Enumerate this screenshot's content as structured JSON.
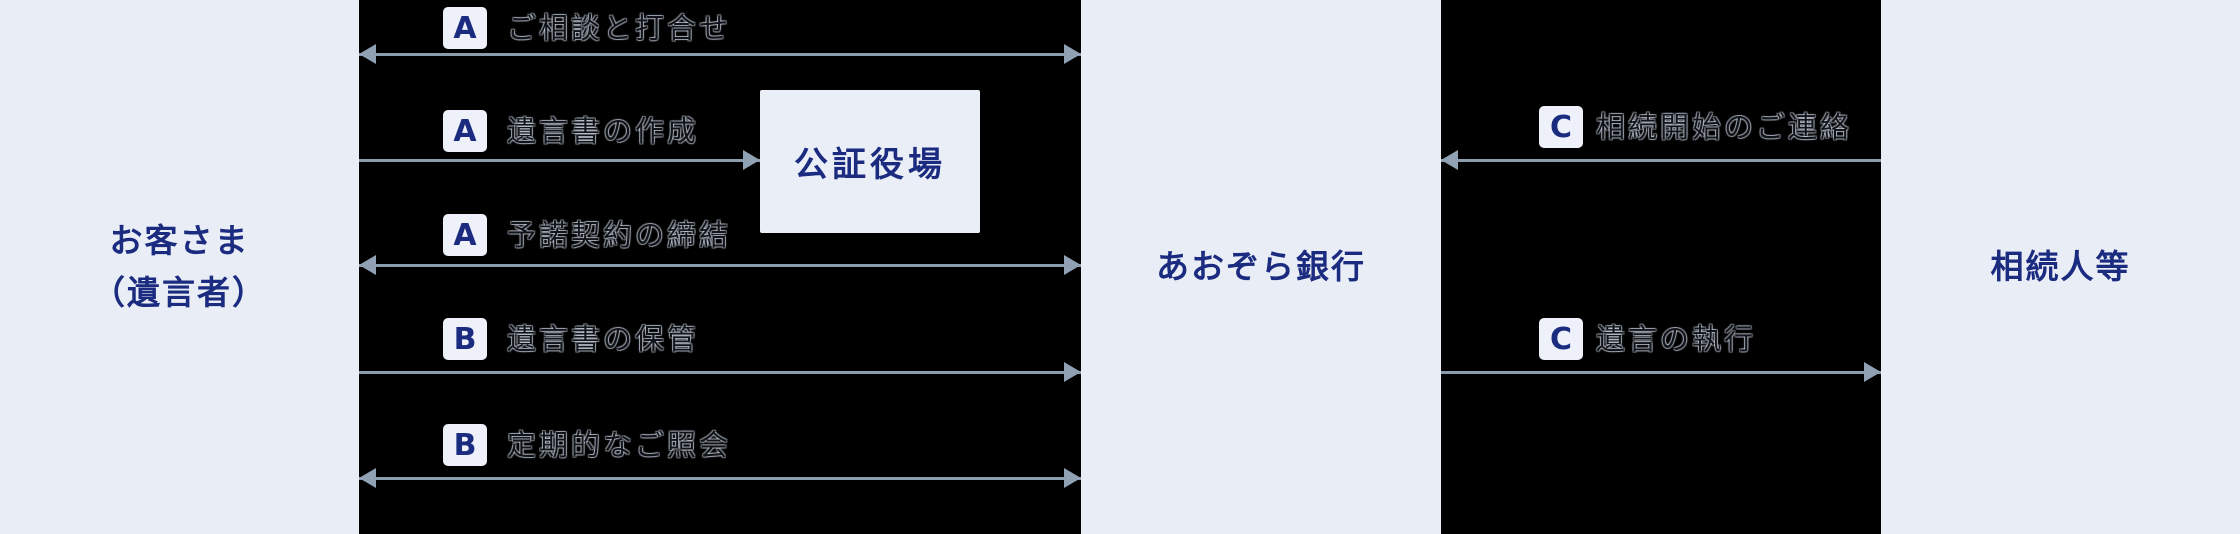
{
  "palette": {
    "page_bg": "#e9edf6",
    "panel_bg": "#000000",
    "accent_navy": "#1a2b80",
    "arrow_line": "#8b9dad",
    "arrow_head": "#8fa1b3",
    "badge_bg": "#eef1f9",
    "step_text": "#101318"
  },
  "actors": {
    "customer": {
      "line1": "お客さま",
      "line2": "（遺言者）"
    },
    "bank": {
      "label": "あおぞら銀行"
    },
    "heirs": {
      "label": "相続人等"
    }
  },
  "notary_box": {
    "label": "公証役場"
  },
  "flows_left": [
    {
      "badge": "A",
      "label": "ご相談と打合せ",
      "direction": "both"
    },
    {
      "badge": "A",
      "label": "遺言書の作成",
      "direction": "right-to-notary"
    },
    {
      "badge": "A",
      "label": "予諾契約の締結",
      "direction": "both"
    },
    {
      "badge": "B",
      "label": "遺言書の保管",
      "direction": "right"
    },
    {
      "badge": "B",
      "label": "定期的なご照会",
      "direction": "both"
    }
  ],
  "flows_right": [
    {
      "badge": "C",
      "label": "相続開始のご連絡",
      "direction": "left"
    },
    {
      "badge": "C",
      "label": "遺言の執行",
      "direction": "right"
    }
  ]
}
